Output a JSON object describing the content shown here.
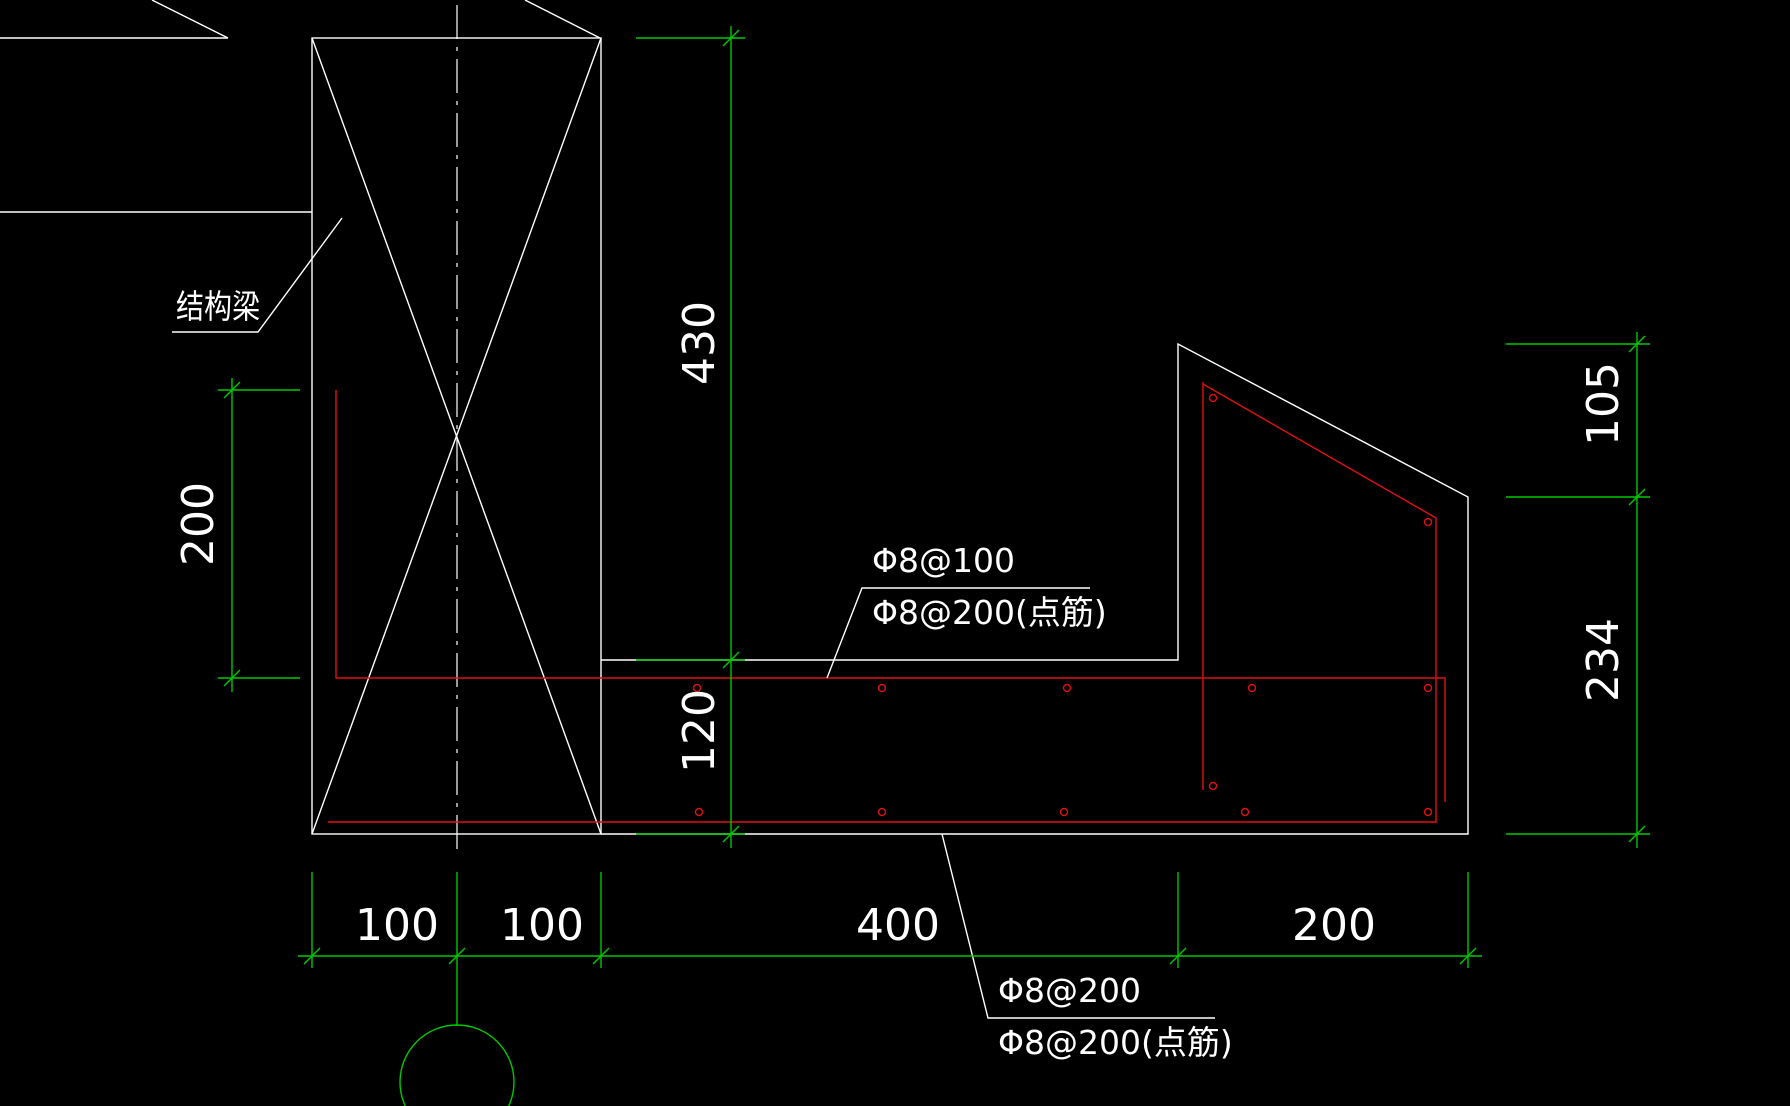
{
  "labels": {
    "structural_beam": "结构梁",
    "rebar_top_1": "Φ8@100",
    "rebar_top_2": "Φ8@200(点筋)",
    "rebar_bottom_1": "Φ8@200",
    "rebar_bottom_2": "Φ8@200(点筋)"
  },
  "dimensions": {
    "beam_left_half": "100",
    "beam_right_half": "100",
    "slab_length": "400",
    "upstand_width": "200",
    "beam_height_above_slab": "430",
    "slab_thickness": "120",
    "reinforcement_extent": "200",
    "upstand_slope_rise": "105",
    "upstand_height": "234"
  },
  "colors": {
    "background": "#000000",
    "outline": "#ffffff",
    "dimension": "#00c800",
    "rebar": "#e01010"
  }
}
